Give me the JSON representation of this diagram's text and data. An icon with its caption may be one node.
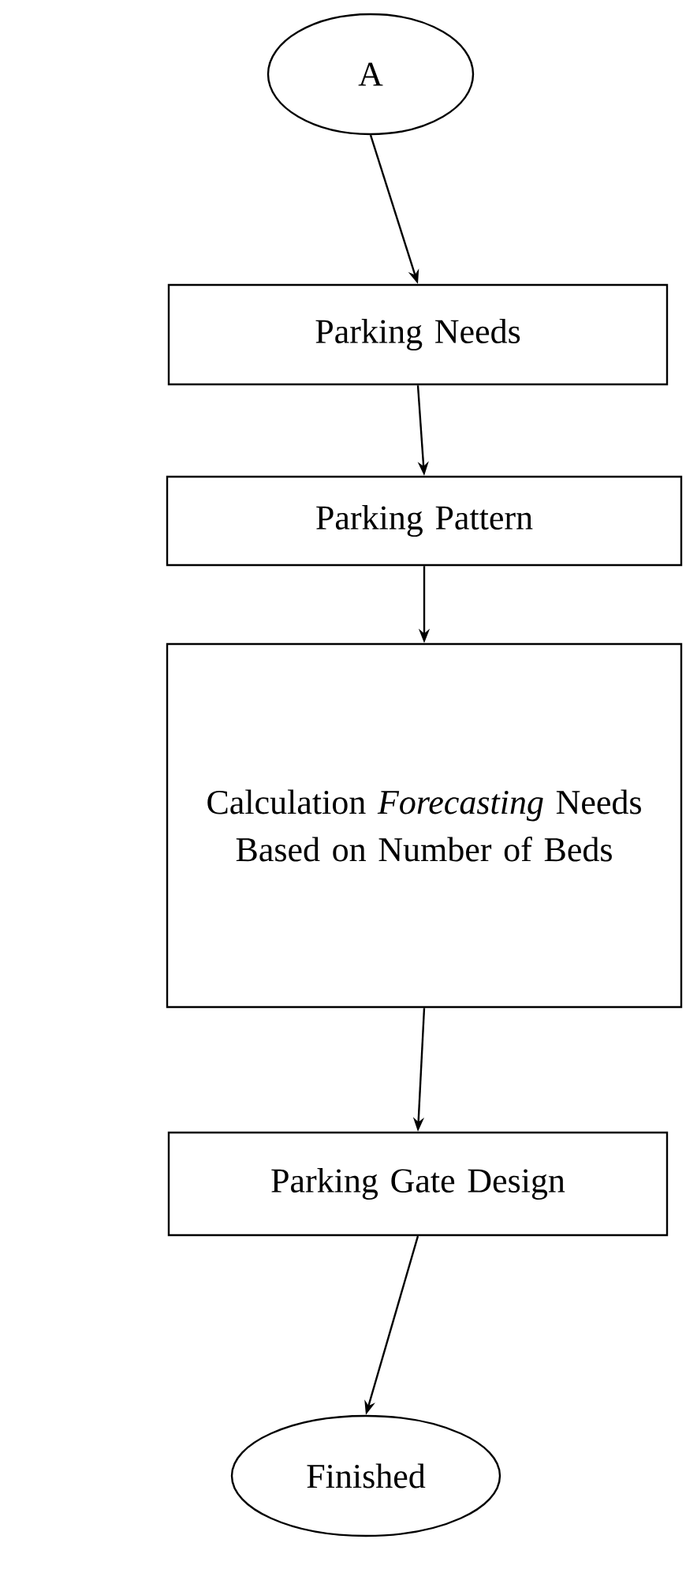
{
  "diagram": {
    "nodes": [
      {
        "text": [
          "A"
        ]
      },
      {
        "text": [
          "Parking Needs"
        ]
      },
      {
        "text": [
          "Parking Pattern"
        ]
      },
      {
        "text": [
          "Calculation *Forecasting* Needs Based on Number of Beds"
        ]
      },
      {
        "text": [
          "Parking Gate Design"
        ]
      },
      {
        "text": [
          "Finished"
        ]
      }
    ],
    "edges": [
      {
        "from": 0,
        "to": 1,
        "arrow": "to"
      },
      {
        "from": 1,
        "to": 2,
        "arrow": "to"
      },
      {
        "from": 2,
        "to": 3,
        "arrow": "to"
      },
      {
        "from": 3,
        "to": 4,
        "arrow": "to"
      },
      {
        "from": 4,
        "to": 5,
        "arrow": "to"
      }
    ]
  }
}
